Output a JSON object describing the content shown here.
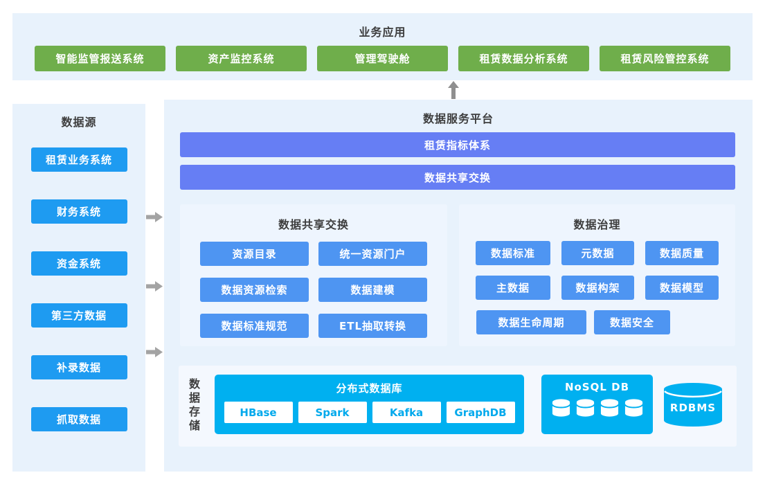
{
  "colors": {
    "band_bg": "#E8F2FC",
    "subpanel_bg": "#EEF5FE",
    "storage_bg": "#F4F8FE",
    "green_button": "#6FAE4B",
    "bright_blue_button": "#1E9BF1",
    "medium_blue_button": "#4E95F2",
    "purple_bar": "#667EF4",
    "cyan_box": "#00B0F0",
    "title_text": "#3D3D3D",
    "arrow_gray": "#9B9B9B"
  },
  "top_band": {
    "title": "业务应用",
    "apps": [
      "智能监管报送系统",
      "资产监控系统",
      "管理驾驶舱",
      "租赁数据分析系统",
      "租赁风险管控系统"
    ]
  },
  "data_sources": {
    "title": "数据源",
    "items": [
      "租赁业务系统",
      "财务系统",
      "资金系统",
      "第三方数据",
      "补录数据",
      "抓取数据"
    ]
  },
  "platform": {
    "title": "数据服务平台",
    "bars": [
      "租赁指标体系",
      "数据共享交换"
    ],
    "sharing": {
      "title": "数据共享交换",
      "items": [
        "资源目录",
        "统一资源门户",
        "数据资源检索",
        "数据建模",
        "数据标准规范",
        "ETL抽取转换"
      ]
    },
    "governance": {
      "title": "数据治理",
      "rows": [
        [
          "数据标准",
          "元数据",
          "数据质量"
        ],
        [
          "主数据",
          "数据构架",
          "数据模型"
        ],
        [
          "数据生命周期",
          "数据安全"
        ]
      ]
    },
    "storage": {
      "label": "数据存储",
      "distributed": {
        "title": "分布式数据库",
        "items": [
          "HBase",
          "Spark",
          "Kafka",
          "GraphDB"
        ]
      },
      "nosql": {
        "title": "NoSQL DB",
        "cylinder_count": 4
      },
      "rdbms": "RDBMS"
    }
  },
  "icons": {
    "up_arrow": "up-arrow",
    "right_arrow": "right-arrow",
    "database_cylinder": "database-cylinder"
  }
}
